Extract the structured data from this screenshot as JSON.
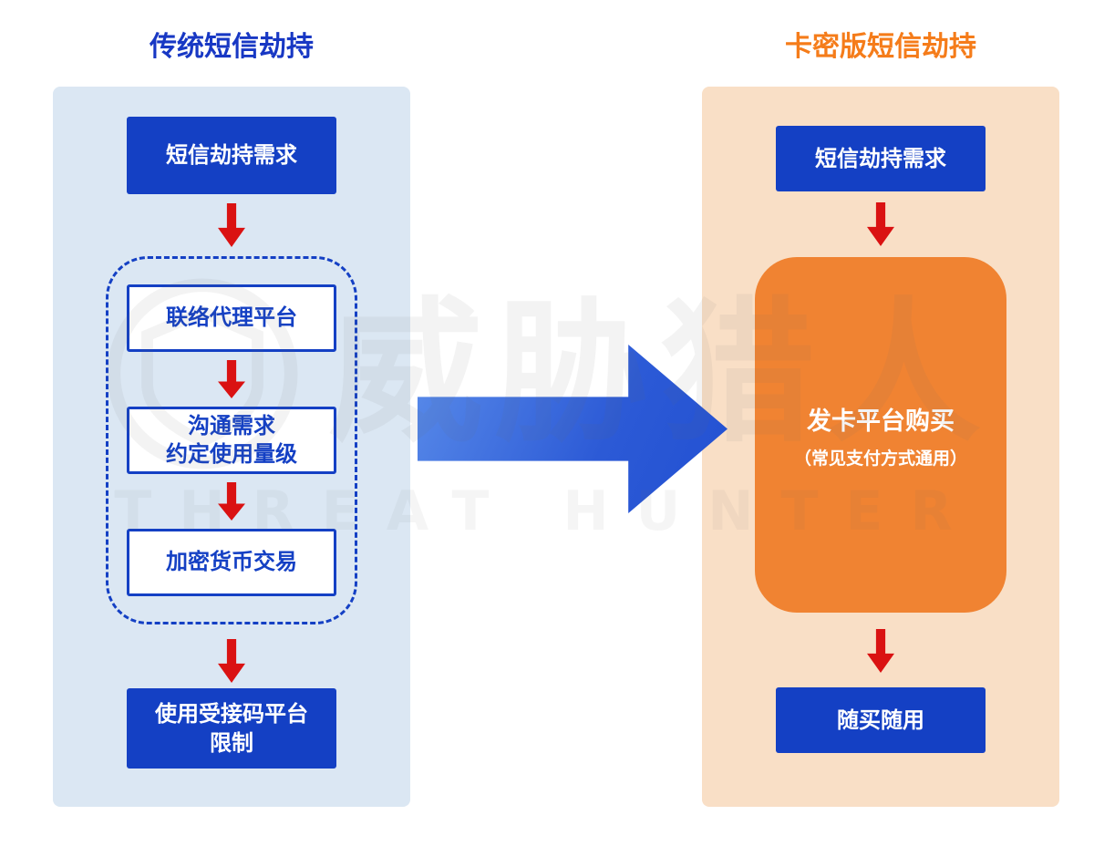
{
  "titles": {
    "left": "传统短信劫持",
    "right": "卡密版短信劫持"
  },
  "left_flow": {
    "step_demand": "短信劫持需求",
    "dashed_steps": [
      "联络代理平台",
      "沟通需求\n约定使用量级",
      "加密货币交易"
    ],
    "step_final": "使用受接码平台\n限制"
  },
  "right_flow": {
    "step_demand": "短信劫持需求",
    "buy_title": "发卡平台购买",
    "buy_subtitle": "（常见支付方式通用）",
    "step_final": "随买随用"
  },
  "watermark": {
    "cn": "威胁猎人",
    "en": "THREAT HUNTER"
  },
  "colors": {
    "left_title": "#1838c4",
    "right_title": "#f57c1a",
    "left_panel_bg": "#dbe7f3",
    "right_panel_bg": "#f9dfc6",
    "blue_box": "#1440c4",
    "orange_box": "#f08332",
    "red_arrow": "#da1212",
    "big_arrow_start": "#5a8cea",
    "big_arrow_end": "#2250d2"
  }
}
